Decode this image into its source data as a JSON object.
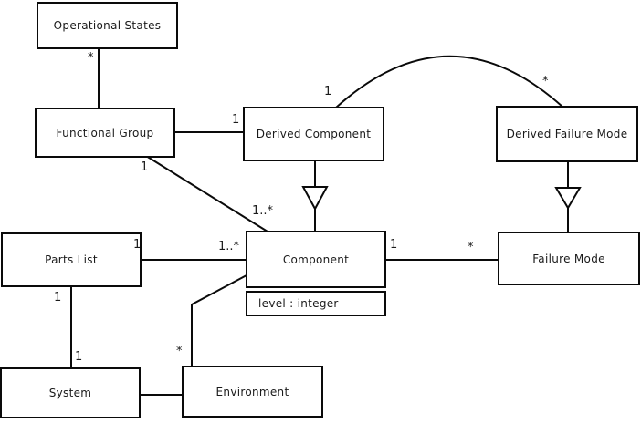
{
  "diagram": {
    "type": "uml-class-diagram",
    "background": "#ffffff",
    "colors": {
      "line": "#0a0a0a",
      "box_border": "#0a0a0a",
      "box_fill": "#ffffff",
      "text": "#1a1a1a"
    },
    "nodes": {
      "operational_states": {
        "label": "Operational States"
      },
      "functional_group": {
        "label": "Functional Group"
      },
      "derived_component": {
        "label": "Derived Component"
      },
      "derived_failure_mode": {
        "label": "Derived Failure Mode"
      },
      "parts_list": {
        "label": "Parts List"
      },
      "component": {
        "label": "Component",
        "attributes": [
          "level : integer"
        ]
      },
      "failure_mode": {
        "label": "Failure Mode"
      },
      "system": {
        "label": "System"
      },
      "environment": {
        "label": "Environment"
      }
    },
    "edges": [
      {
        "from": "operational_states",
        "to": "functional_group",
        "kind": "association",
        "near_from": "*"
      },
      {
        "from": "functional_group",
        "to": "derived_component",
        "kind": "association",
        "near_to": "1"
      },
      {
        "from": "derived_component",
        "to": "derived_failure_mode",
        "kind": "association-arc",
        "near_from": "1",
        "near_to": "*"
      },
      {
        "from": "derived_component",
        "to": "component",
        "kind": "generalization"
      },
      {
        "from": "derived_failure_mode",
        "to": "failure_mode",
        "kind": "generalization"
      },
      {
        "from": "functional_group",
        "to": "component",
        "kind": "association",
        "near_from": "1",
        "near_to": "1..*"
      },
      {
        "from": "parts_list",
        "to": "component",
        "kind": "association",
        "near_from": "1",
        "near_to": "1..*"
      },
      {
        "from": "component",
        "to": "failure_mode",
        "kind": "association",
        "near_from": "1",
        "near_to": "*"
      },
      {
        "from": "parts_list",
        "to": "system",
        "kind": "association",
        "near_from": "1",
        "near_to": "1"
      },
      {
        "from": "component",
        "to": "environment",
        "kind": "association",
        "near_to": "*"
      },
      {
        "from": "system",
        "to": "environment",
        "kind": "association"
      }
    ]
  }
}
